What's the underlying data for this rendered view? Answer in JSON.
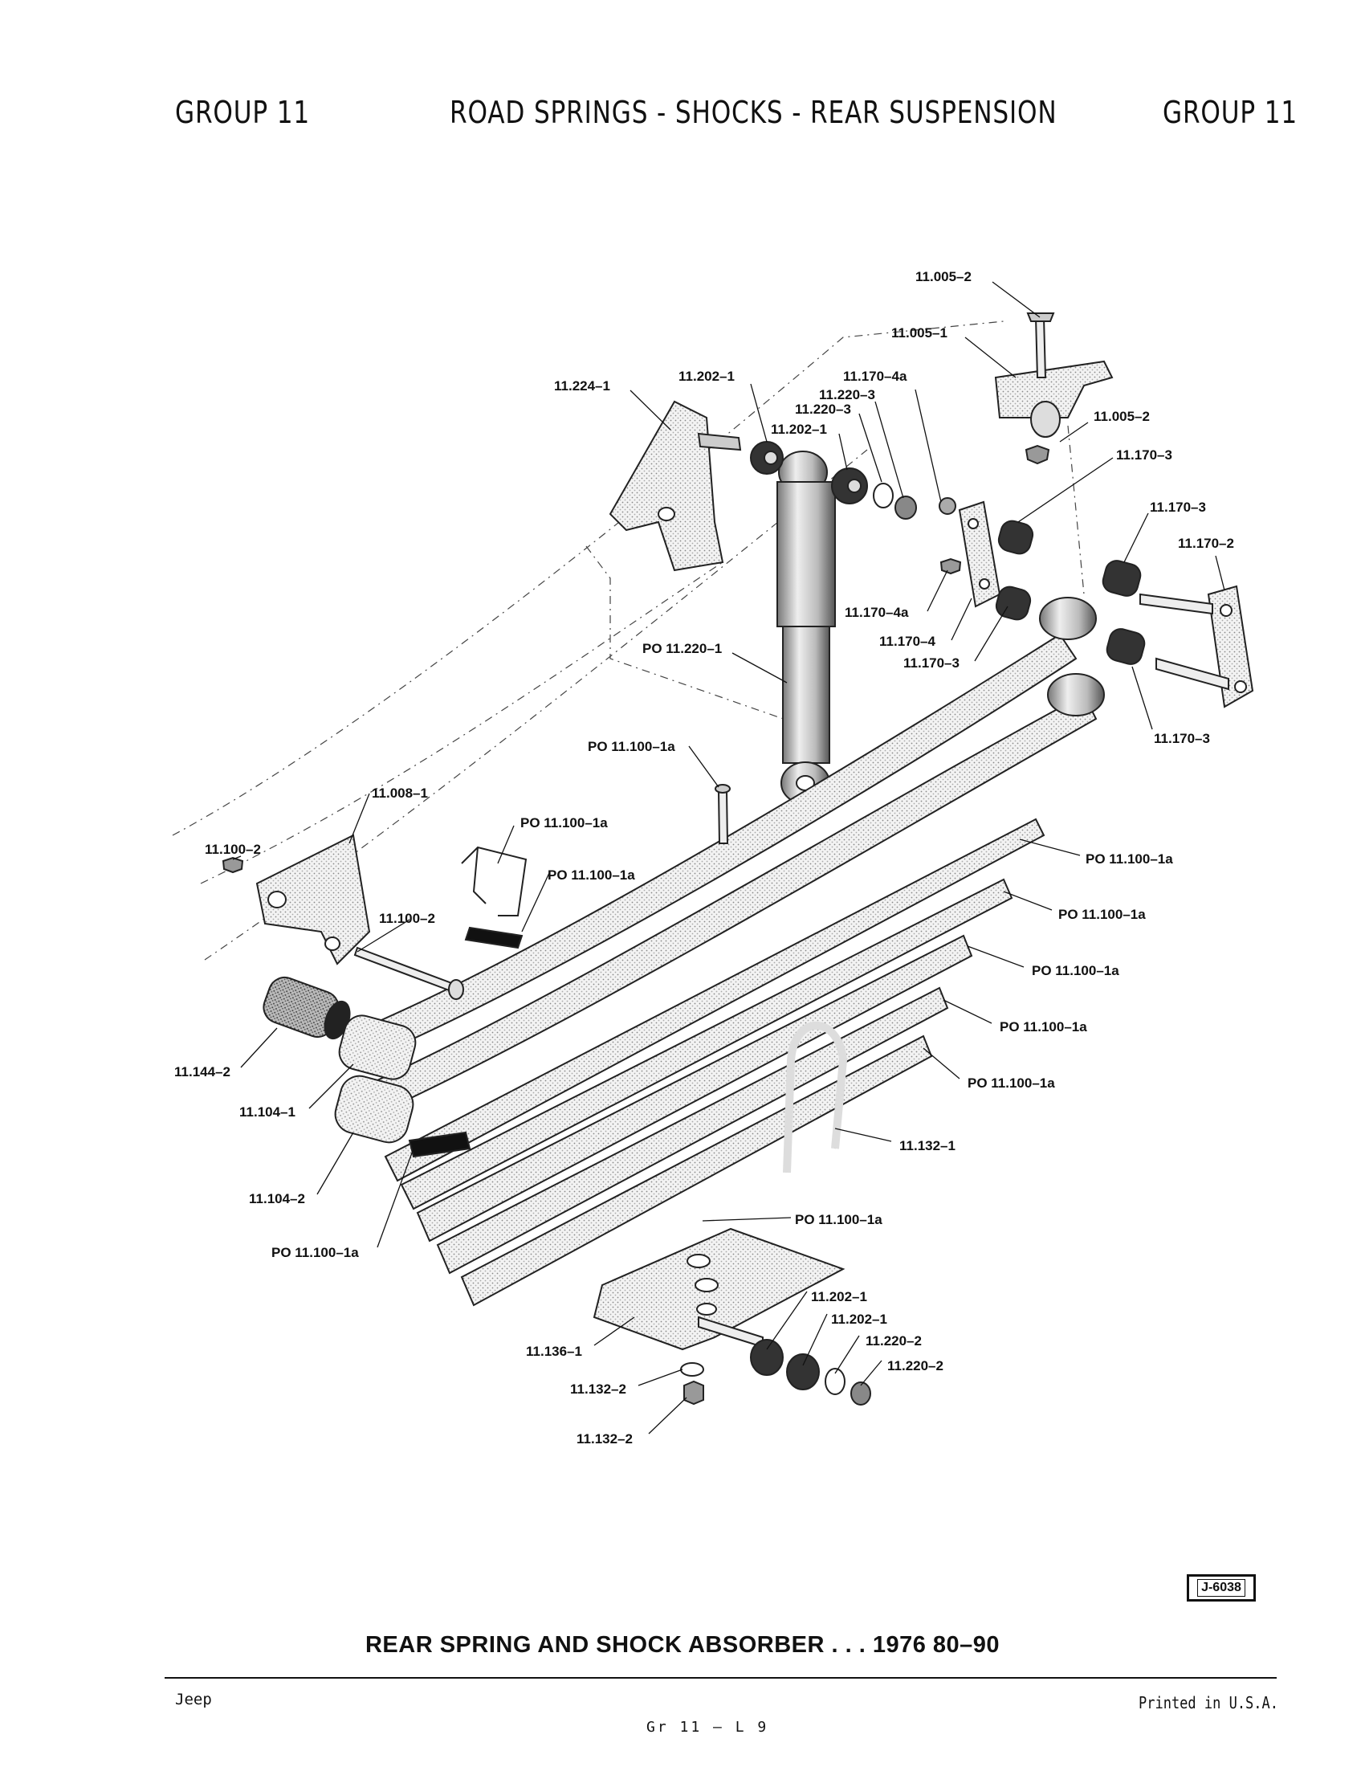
{
  "header": {
    "left": "GROUP 11",
    "center": "ROAD SPRINGS - SHOCKS - REAR SUSPENSION",
    "right": "GROUP 11"
  },
  "figure": {
    "ref_code": "J-6038",
    "caption": "REAR SPRING AND SHOCK ABSORBER . . . 1976 80–90",
    "callouts": [
      "11.005–2",
      "11.005–1",
      "11.202–1",
      "11.170–4a",
      "11.224–1",
      "11.220–3",
      "11.220–3",
      "11.202–1",
      "11.005–2",
      "11.170–3",
      "11.170–3",
      "11.170–2",
      "11.170–4a",
      "11.170–4",
      "11.170–3",
      "PO 11.220–1",
      "11.170–3",
      "PO 11.100–1a",
      "11.008–1",
      "PO 11.100–1a",
      "11.100–2",
      "PO 11.100–1a",
      "PO 11.100–1a",
      "11.100–2",
      "PO 11.100–1a",
      "PO 11.100–1a",
      "PO 11.100–1a",
      "PO 11.100–1a",
      "11.144–2",
      "11.104–1",
      "11.132–1",
      "11.104–2",
      "PO 11.100–1a",
      "PO 11.100–1a",
      "11.202–1",
      "11.202–1",
      "11.220–2",
      "11.136–1",
      "11.220–2",
      "11.132–2",
      "11.132–2"
    ]
  },
  "footer": {
    "left": "Jeep",
    "center": "Gr 11 – L 9",
    "right": "Printed in U.S.A."
  }
}
